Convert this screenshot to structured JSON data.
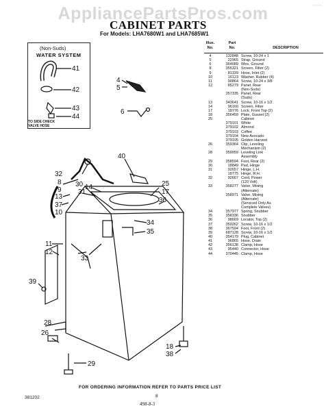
{
  "watermark": "AppliancePartsPros.com",
  "corner_mark": "~~~~",
  "title": "CABINET PARTS",
  "models": "For Models: LHA7680W1 and LHA7685W1",
  "water_system": {
    "label1": "(Non-Suds)",
    "label2": "WATER SYSTEM",
    "note1": "TO SIDE CHECK",
    "note2": "VALVE HOSE"
  },
  "table": {
    "headers": {
      "illus1": "Illus.",
      "illus2": "No.",
      "part1": "Part",
      "part2": "No.",
      "desc": "DESCRIPTION"
    },
    "rows": [
      {
        "illus": "4",
        "part": "132848",
        "desc": "Screw, 10-24 x 1"
      },
      {
        "illus": "5",
        "part": "22965",
        "desc": "Strap, Ground"
      },
      {
        "illus": "6",
        "part": "364089",
        "desc": "Wire, Ground"
      },
      {
        "illus": "8",
        "part": "355321",
        "desc": "Screen, Filter (2)"
      },
      {
        "illus": "9",
        "part": "81339",
        "desc": "Hose, Inlet (2)"
      },
      {
        "illus": "10",
        "part": "16123",
        "desc": "Washer, Rubber (4)"
      },
      {
        "illus": "11",
        "part": "90864",
        "desc": "Screw, 10-24 x 3/8"
      },
      {
        "illus": "12",
        "part": "85279",
        "desc": "Panel, Rear"
      },
      {
        "illus": "",
        "part": "",
        "desc": "(Non-Suds)"
      },
      {
        "illus": "",
        "part": "357335",
        "desc": "Panel, Rear"
      },
      {
        "illus": "",
        "part": "",
        "desc": "(Suds)"
      },
      {
        "illus": "13",
        "part": "343641",
        "desc": "Screw, 10-16 x 1/2"
      },
      {
        "illus": "14",
        "part": "96160",
        "desc": "Screen, Filter"
      },
      {
        "illus": "17",
        "part": "18776",
        "desc": "Lock, Front Top (2)"
      },
      {
        "illus": "18",
        "part": "356459",
        "desc": "Plate, Gusset (2)"
      },
      {
        "illus": "25",
        "part": "",
        "desc": "Cabinet"
      },
      {
        "illus": "",
        "part": "379101",
        "desc": "White"
      },
      {
        "illus": "",
        "part": "379102",
        "desc": "Almond"
      },
      {
        "illus": "",
        "part": "379103",
        "desc": "Coffee"
      },
      {
        "illus": "",
        "part": "379104",
        "desc": "New Avocado"
      },
      {
        "illus": "",
        "part": "379105",
        "desc": "Golden Harvest"
      },
      {
        "illus": "26",
        "part": "359364",
        "desc": "Clip, Leveling"
      },
      {
        "illus": "",
        "part": "",
        "desc": "Mechanism (2)"
      },
      {
        "illus": "28",
        "part": "359059",
        "desc": "Leveling Link"
      },
      {
        "illus": "",
        "part": "",
        "desc": "Assembly"
      },
      {
        "illus": "29",
        "part": "358594",
        "desc": "Foot, Rear (2)"
      },
      {
        "illus": "30",
        "part": "18849",
        "desc": "Pad, Hinge"
      },
      {
        "illus": "31",
        "part": "92657",
        "desc": "Hinge, L.H."
      },
      {
        "illus": "",
        "part": "18775",
        "desc": "Hinge, R.H."
      },
      {
        "illus": "32",
        "part": "92667",
        "desc": "Cord, Power"
      },
      {
        "illus": "",
        "part": "",
        "desc": "(120 Volt)"
      },
      {
        "illus": "33",
        "part": "358277",
        "desc": "Valve, Mixing"
      },
      {
        "illus": "",
        "part": "",
        "desc": "(Alternate)"
      },
      {
        "illus": "",
        "part": "358971",
        "desc": "Valve, Mixing"
      },
      {
        "illus": "",
        "part": "",
        "desc": "(Alternate)"
      },
      {
        "illus": "",
        "part": "",
        "desc": "(Serviced Only As"
      },
      {
        "illus": "",
        "part": "",
        "desc": "Complete Valves)"
      },
      {
        "illus": "34",
        "part": "357977",
        "desc": "Spring, Snubber"
      },
      {
        "illus": "35",
        "part": "358336",
        "desc": "Snubber"
      },
      {
        "illus": "36",
        "part": "98669",
        "desc": "Locator, Top (2)"
      },
      {
        "illus": "37",
        "part": "359262",
        "desc": "Screw, 10-16 x 1/2"
      },
      {
        "illus": "38",
        "part": "367594",
        "desc": "Foot, Front (2)"
      },
      {
        "illus": "39",
        "part": "687128",
        "desc": "Screw, 10-16 x 1/2"
      },
      {
        "illus": "40",
        "part": "354179",
        "desc": "Plug, Cabinet"
      },
      {
        "illus": "41",
        "part": "96865",
        "desc": "Hose, Drain"
      },
      {
        "illus": "42",
        "part": "356138",
        "desc": "Clamp, Hose"
      },
      {
        "illus": "43",
        "part": "95440",
        "desc": "Connector, Hose"
      },
      {
        "illus": "44",
        "part": "370445",
        "desc": "Clamp, Hose"
      }
    ]
  },
  "callouts": {
    "c41": "41",
    "c42": "42",
    "c43": "43",
    "c44": "44",
    "c4": "4",
    "c5": "5",
    "c6": "6",
    "c40": "40",
    "c32": "32",
    "c8": "8",
    "c9": "9",
    "c13": "13",
    "c37": "37",
    "c10": "10",
    "c30": "30",
    "c31": "31",
    "c14": "14",
    "c25": "25",
    "c17": "17",
    "c36": "36",
    "c34": "34",
    "c35": "35",
    "c11": "11",
    "c12": "12",
    "c33": "33",
    "c39": "39",
    "c28": "28",
    "c26": "26",
    "c18": "18",
    "c38": "38",
    "c29": "29"
  },
  "footer": "FOR ORDERING INFORMATION REFER TO PARTS PRICE LIST",
  "page_code": "381202",
  "page_number": "8",
  "handwritten": "498-8-3"
}
